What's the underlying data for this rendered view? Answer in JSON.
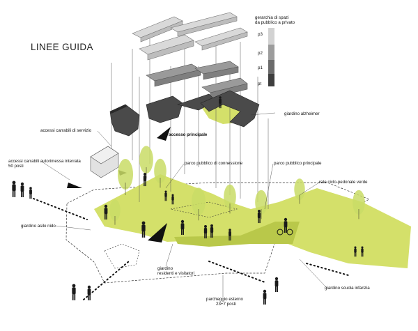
{
  "title": "LINEE GUIDA",
  "legend": {
    "title_line1": "gerarchia di spazi",
    "title_line2": "da pubblico a privato",
    "levels": [
      {
        "key": "p3",
        "color": "#d2d2d2"
      },
      {
        "key": "p2",
        "color": "#9c9c9c"
      },
      {
        "key": "p1",
        "color": "#6b6b6b"
      },
      {
        "key": "pt",
        "color": "#3e3e3e"
      }
    ]
  },
  "labels": {
    "giardino_alzheimer": "giardino alzheimer",
    "accesso_principale": "accesso principale",
    "accessi_servizio": "accessi carrabili di servizio",
    "accessi_autorimessa_1": "accessi carrabili autorimessa interrata",
    "accessi_autorimessa_2": "50 posti",
    "parco_connessione": "parco pubblico di connessione",
    "parco_principale": "parco pubblico principale",
    "rete_ciclo": "rete ciclo-pedonale verde",
    "giardino_asilo": "giardino asilo nido",
    "giardino_residenti_1": "giardino",
    "giardino_residenti_2": "residenti e visitatori",
    "parcheggio_1": "parcheggio esterno",
    "parcheggio_2": "23+7 posti",
    "giardino_scuola": "giardino scuola infanzia"
  },
  "colors": {
    "green": "#d4e06a",
    "green_dark": "#b9c84a",
    "tree": "#c9dc66",
    "slab_light": "#d9d9d9",
    "slab_mid": "#9a9a9a",
    "slab_dark": "#4a4a4a",
    "figure": "#1a1a1a"
  }
}
